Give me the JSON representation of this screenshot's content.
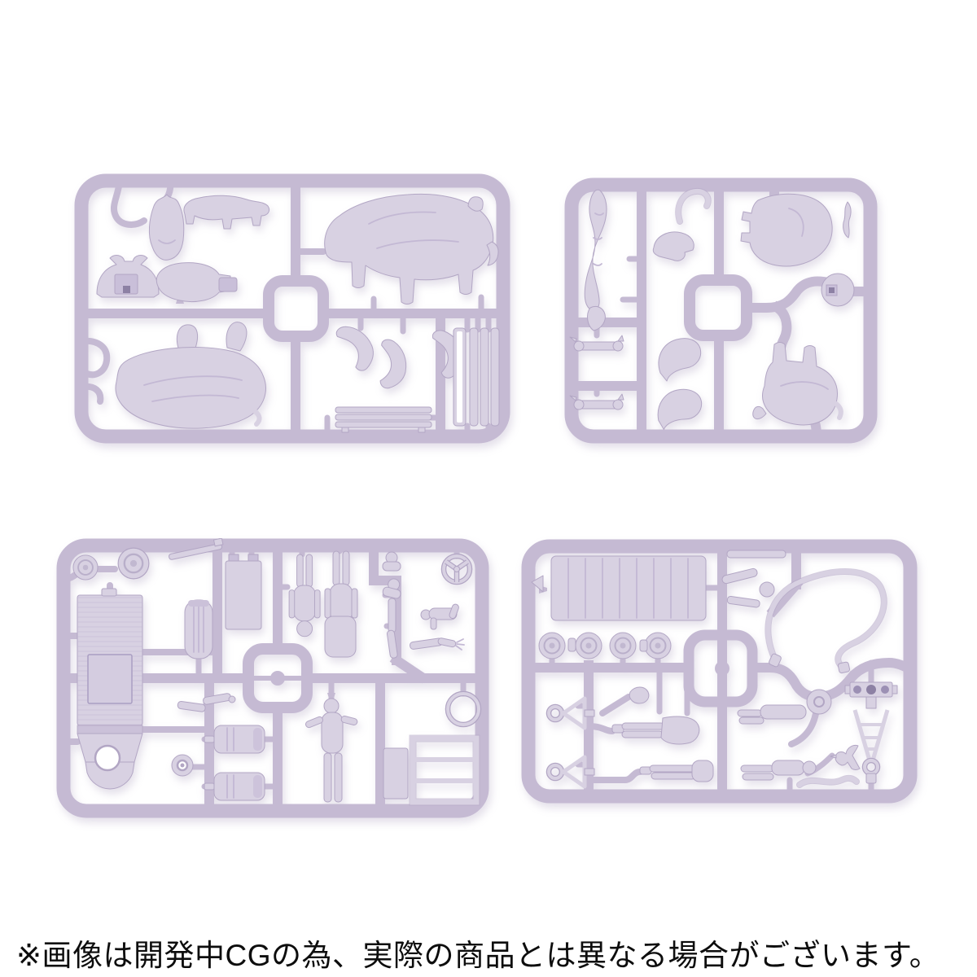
{
  "colors": {
    "bg": "#ffffff",
    "sprue": "#c5bad3",
    "sprue-deep": "#b2a6c4",
    "part": "#d8d1e2",
    "part-light": "#e9e5f0",
    "edge": "#b2a6c4",
    "text": "#0d0d0d"
  },
  "disclaimer": {
    "text": "※画像は開発中CGの為、実際の商品とは異なる場合がございます。"
  },
  "sprues": {
    "count": 4,
    "items": [
      {
        "name": "runner-rhinoceros-parts"
      },
      {
        "name": "runner-elephant-crocodile-parts"
      },
      {
        "name": "runner-truck-and-figures-parts"
      },
      {
        "name": "runner-trailer-and-figures-parts"
      }
    ]
  }
}
